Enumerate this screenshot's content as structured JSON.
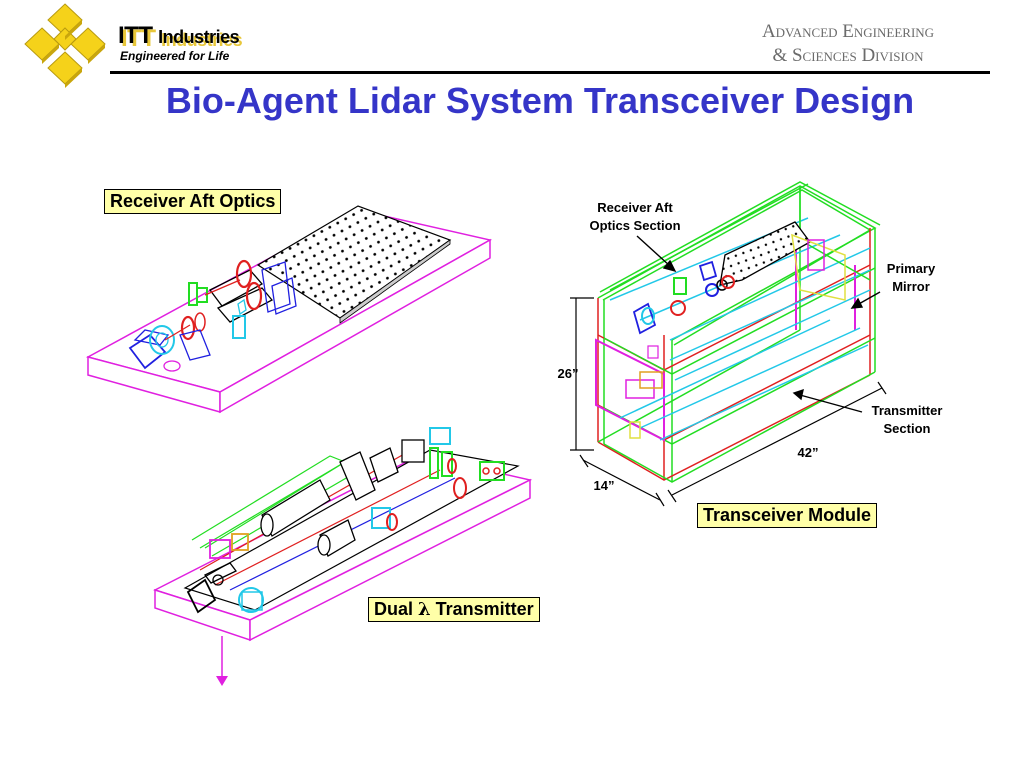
{
  "header": {
    "company_primary": "ITT",
    "company_secondary": "Industries",
    "tagline": "Engineered for Life",
    "division_line1": "Advanced Engineering",
    "division_line2": "& Sciences Division"
  },
  "title": "Bio-Agent Lidar System Transceiver Design",
  "panels": {
    "receiver_optics": "Receiver Aft Optics",
    "transmitter_prefix": "Dual ",
    "transmitter_symbol": "λ",
    "transmitter_suffix": " Transmitter",
    "module": "Transceiver Module"
  },
  "callouts": {
    "receiver_section_line1": "Receiver Aft",
    "receiver_section_line2": "Optics Section",
    "primary_mirror_line1": "Primary",
    "primary_mirror_line2": "Mirror",
    "transmitter_section_line1": "Transmitter",
    "transmitter_section_line2": "Section"
  },
  "dimensions": {
    "height": "26”",
    "depth": "14”",
    "length": "42”"
  },
  "colors": {
    "title": "#3535c8",
    "label_fill": "#ffffa8",
    "logo": "#f5d21a",
    "division_text": "#6b6b6b",
    "frame_green": "#22dd22",
    "frame_red": "#e02020",
    "frame_cyan": "#22c8e8",
    "frame_magenta": "#e020e0",
    "part_blue": "#2020e0"
  },
  "icons": {
    "logo": "itt-logo-icon"
  }
}
